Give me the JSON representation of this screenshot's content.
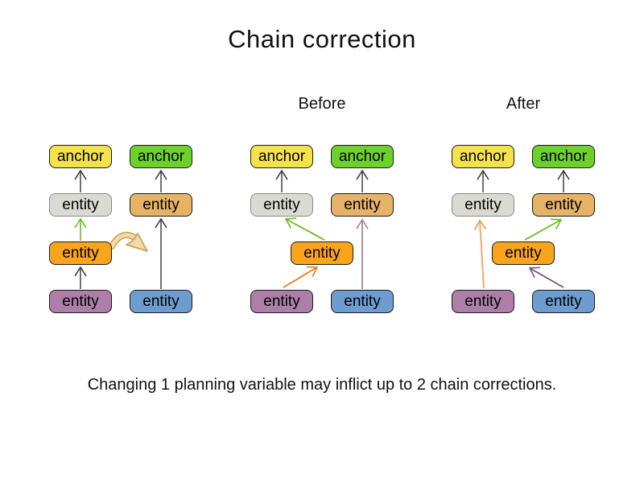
{
  "title": "Chain correction",
  "caption": "Changing 1 planning variable may inflict up to 2 chain corrections.",
  "labels": {
    "anchor": "anchor",
    "entity": "entity",
    "before": "Before",
    "after": "After"
  },
  "palette": {
    "anchor_yellow": "#F4E24B",
    "anchor_green": "#6CD22B",
    "entity_gray": "#D9DBD3",
    "entity_tan": "#E6B366",
    "entity_orange": "#FAA41B",
    "entity_purple": "#AD7FA8",
    "entity_blue": "#6D9CCF",
    "arrow_black": "#707070",
    "arrow_green": "#64BE1E",
    "arrow_orange": "#E8791D",
    "arrow_orange_light": "#F2A96B",
    "arrow_purple": "#75507B",
    "arrow_purple_light": "#AE8FAE",
    "move_arrow_fill": "#EFDCA5",
    "move_arrow_outline": "#C9A25D"
  },
  "diagram": {
    "groups": [
      {
        "name": "current",
        "label": "",
        "nodes": [
          "yellow anchor",
          "green anchor",
          "gray entity",
          "tan entity",
          "orange entity",
          "purple entity",
          "blue entity"
        ],
        "connections": [
          {
            "from": "gray entity",
            "to": "yellow anchor",
            "arrow_color": "black"
          },
          {
            "from": "orange entity",
            "to": "gray entity",
            "arrow_color": "green"
          },
          {
            "from": "purple entity",
            "to": "orange entity",
            "arrow_color": "black"
          },
          {
            "from": "tan entity",
            "to": "green anchor",
            "arrow_color": "black"
          },
          {
            "from": "blue entity",
            "to": "tan entity",
            "arrow_color": "black"
          },
          {
            "from": "orange entity",
            "to": "second chain",
            "arrow_color": "tan",
            "type": "move-gesture"
          }
        ]
      },
      {
        "name": "before",
        "label": "Before",
        "nodes": [
          "yellow anchor",
          "green anchor",
          "gray entity",
          "tan entity",
          "orange entity",
          "purple entity",
          "blue entity"
        ],
        "connections": [
          {
            "from": "gray entity",
            "to": "yellow anchor",
            "arrow_color": "black"
          },
          {
            "from": "tan entity",
            "to": "green anchor",
            "arrow_color": "black"
          },
          {
            "from": "orange entity",
            "to": "gray entity",
            "arrow_color": "green"
          },
          {
            "from": "purple entity",
            "to": "orange entity",
            "arrow_color": "orange"
          },
          {
            "from": "blue entity",
            "to": "tan entity",
            "arrow_color": "purple"
          }
        ]
      },
      {
        "name": "after",
        "label": "After",
        "nodes": [
          "yellow anchor",
          "green anchor",
          "gray entity",
          "tan entity",
          "orange entity",
          "purple entity",
          "blue entity"
        ],
        "connections": [
          {
            "from": "gray entity",
            "to": "yellow anchor",
            "arrow_color": "black"
          },
          {
            "from": "tan entity",
            "to": "green anchor",
            "arrow_color": "black"
          },
          {
            "from": "purple entity",
            "to": "gray entity",
            "arrow_color": "orange"
          },
          {
            "from": "orange entity",
            "to": "tan entity",
            "arrow_color": "green"
          },
          {
            "from": "blue entity",
            "to": "orange entity",
            "arrow_color": "purple"
          }
        ]
      }
    ]
  }
}
